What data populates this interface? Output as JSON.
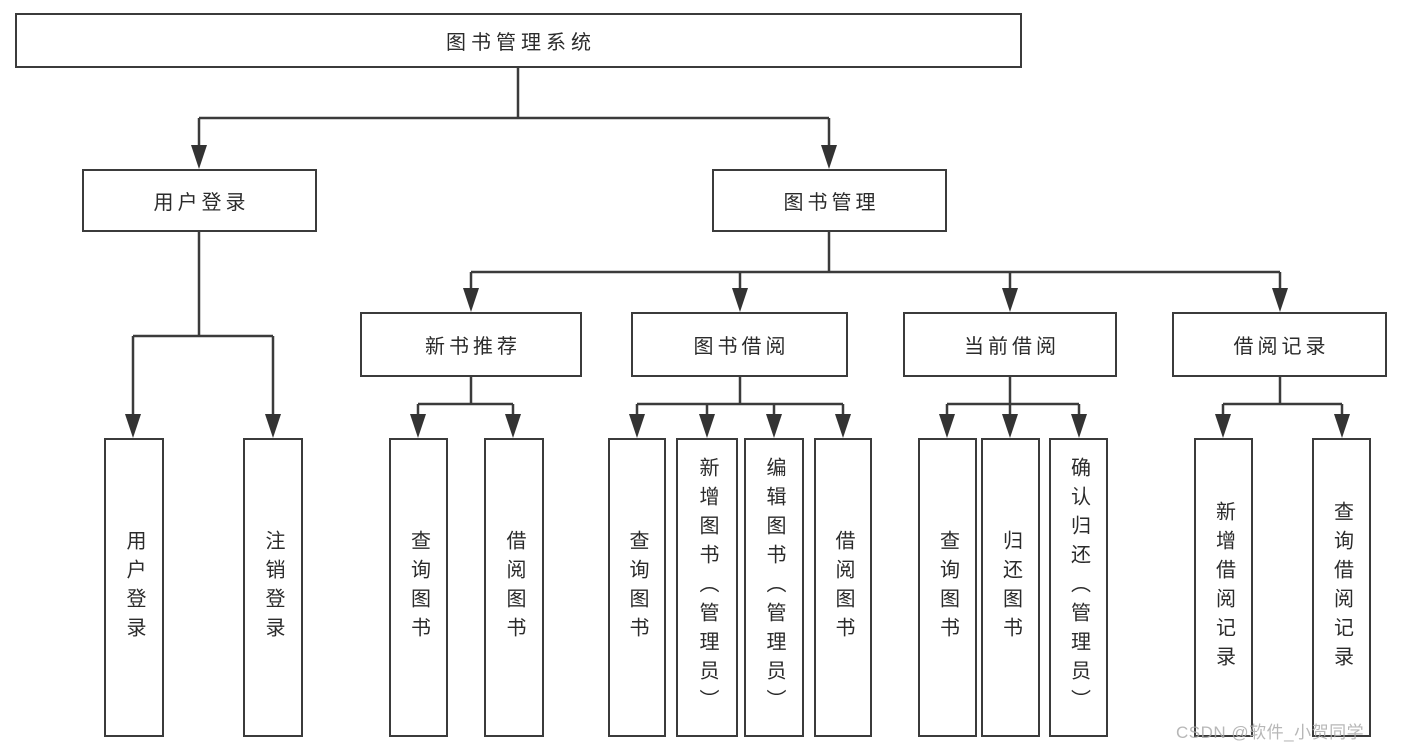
{
  "diagram": {
    "title_node": "图书管理系统",
    "branches": {
      "user_login": {
        "label": "用户登录",
        "children": [
          "用户登录",
          "注销登录"
        ]
      },
      "book_mgmt": {
        "label": "图书管理"
      }
    },
    "modules": {
      "new_books": {
        "label": "新书推荐",
        "children": [
          "查询图书",
          "借阅图书"
        ]
      },
      "borrowing": {
        "label": "图书借阅",
        "children": [
          "查询图书",
          "新增图书（管理员）",
          "编辑图书（管理员）",
          "借阅图书"
        ]
      },
      "current": {
        "label": "当前借阅",
        "children": [
          "查询图书",
          "归还图书",
          "确认归还（管理员）"
        ]
      },
      "records": {
        "label": "借阅记录",
        "children": [
          "新增借阅记录",
          "查询借阅记录"
        ]
      }
    },
    "watermark": "CSDN @软件_小贺同学",
    "colors": {
      "line": "#3b3b3b",
      "text": "#2b2b2b",
      "watermark": "#ababab",
      "background": "#ffffff"
    }
  }
}
